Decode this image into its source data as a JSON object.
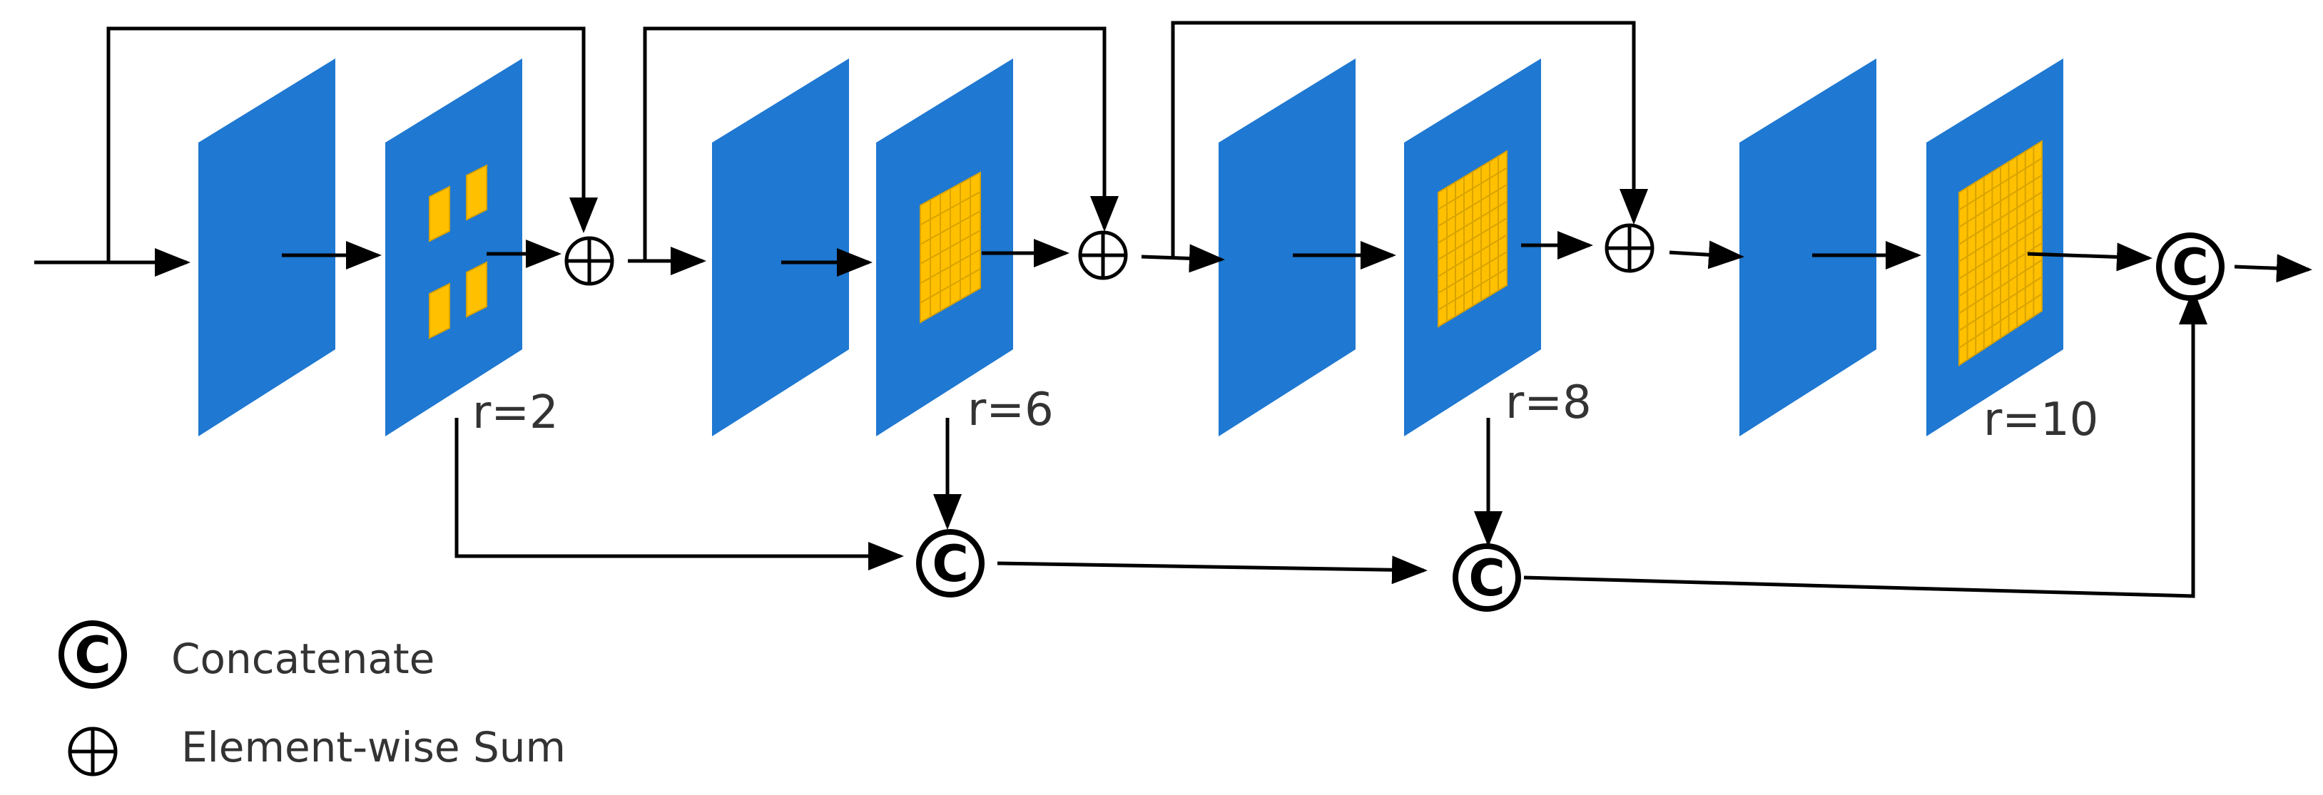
{
  "colors": {
    "panel": "#1f78d1",
    "dilation": "#ffc000",
    "dilation_grid": "#d9a300",
    "line": "#000000",
    "text": "#333333"
  },
  "blocks": [
    {
      "rate_label": "r=2",
      "kernel_cells": 2
    },
    {
      "rate_label": "r=6",
      "kernel_cells": 6
    },
    {
      "rate_label": "r=8",
      "kernel_cells": 8
    },
    {
      "rate_label": "r=10",
      "kernel_cells": 10
    }
  ],
  "symbols": {
    "concat_glyph": "C",
    "sum_glyph": "+"
  },
  "legend": {
    "concat_label": "Concatenate",
    "sum_label": "Element-wise Sum"
  }
}
